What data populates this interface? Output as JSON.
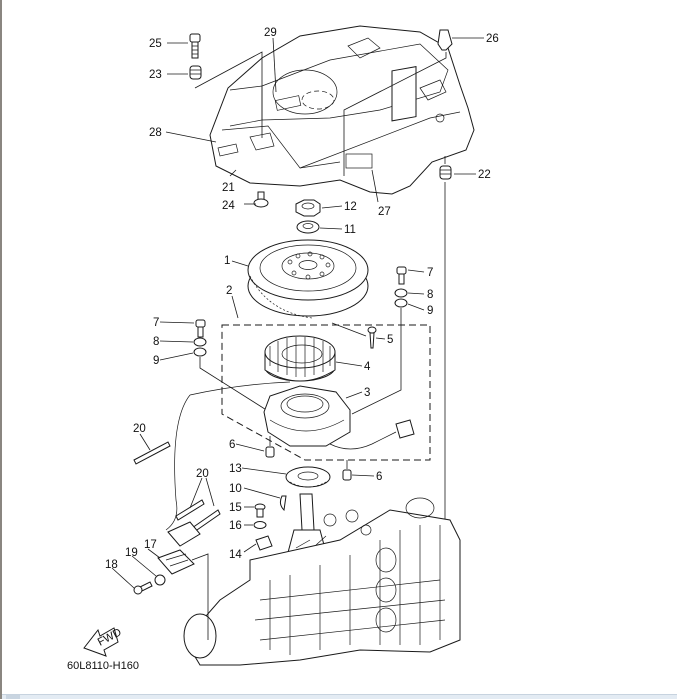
{
  "diagram": {
    "title": "Ignition - Flywheel / Stator Exploded View",
    "drawing_code": "60L8110-H160",
    "direction_label": "FWD",
    "callouts": [
      {
        "id": "c25",
        "num": "25",
        "part": "bolt"
      },
      {
        "id": "c23",
        "num": "23",
        "part": "grommet"
      },
      {
        "id": "c29",
        "num": "29",
        "part": "label"
      },
      {
        "id": "c26",
        "num": "26",
        "part": "clip"
      },
      {
        "id": "c28",
        "num": "28",
        "part": "label"
      },
      {
        "id": "c21",
        "num": "21",
        "part": "flywheel-cover"
      },
      {
        "id": "c22",
        "num": "22",
        "part": "grommet"
      },
      {
        "id": "c24",
        "num": "24",
        "part": "collar"
      },
      {
        "id": "c12",
        "num": "12",
        "part": "nut"
      },
      {
        "id": "c27",
        "num": "27",
        "part": "label"
      },
      {
        "id": "c11",
        "num": "11",
        "part": "washer"
      },
      {
        "id": "c1",
        "num": "1",
        "part": "flywheel-magneto"
      },
      {
        "id": "c7a",
        "num": "7",
        "part": "bolt"
      },
      {
        "id": "c8a",
        "num": "8",
        "part": "washer"
      },
      {
        "id": "c9a",
        "num": "9",
        "part": "washer"
      },
      {
        "id": "c2",
        "num": "2",
        "part": "stator-assembly"
      },
      {
        "id": "c7b",
        "num": "7",
        "part": "bolt"
      },
      {
        "id": "c5",
        "num": "5",
        "part": "screw"
      },
      {
        "id": "c8b",
        "num": "8",
        "part": "washer"
      },
      {
        "id": "c9b",
        "num": "9",
        "part": "washer"
      },
      {
        "id": "c4",
        "num": "4",
        "part": "stator"
      },
      {
        "id": "c3",
        "num": "3",
        "part": "base"
      },
      {
        "id": "c20a",
        "num": "20",
        "part": "band"
      },
      {
        "id": "c6a",
        "num": "6",
        "part": "dowel-pin"
      },
      {
        "id": "c6b",
        "num": "6",
        "part": "dowel-pin"
      },
      {
        "id": "c13",
        "num": "13",
        "part": "pulser-coil-rotor"
      },
      {
        "id": "c20b",
        "num": "20",
        "part": "band"
      },
      {
        "id": "c10",
        "num": "10",
        "part": "woodruff-key"
      },
      {
        "id": "c15",
        "num": "15",
        "part": "bolt"
      },
      {
        "id": "c16",
        "num": "16",
        "part": "washer"
      },
      {
        "id": "c14",
        "num": "14",
        "part": "holder"
      },
      {
        "id": "c17",
        "num": "17",
        "part": "bracket"
      },
      {
        "id": "c19",
        "num": "19",
        "part": "washer"
      },
      {
        "id": "c18",
        "num": "18",
        "part": "bolt"
      }
    ]
  }
}
